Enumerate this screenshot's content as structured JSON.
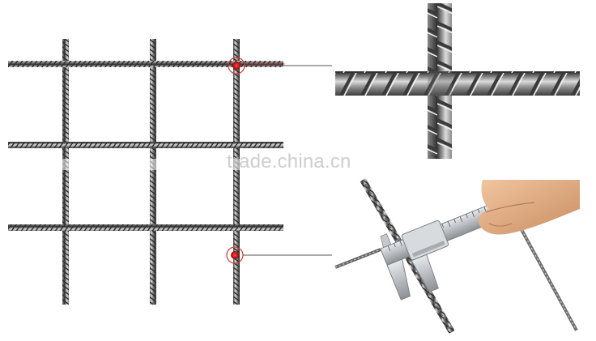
{
  "watermark": {
    "text": "trade.china.cn"
  },
  "colors": {
    "steel_dark": "#4a4a4a",
    "steel_light": "#d6d6d6",
    "marker_red": "#c8102e",
    "caliper_silver": "#c9cccf",
    "skin": "#e8b48a"
  },
  "icons": {
    "marker": "weld-point-marker",
    "tool": "vernier-caliper"
  }
}
